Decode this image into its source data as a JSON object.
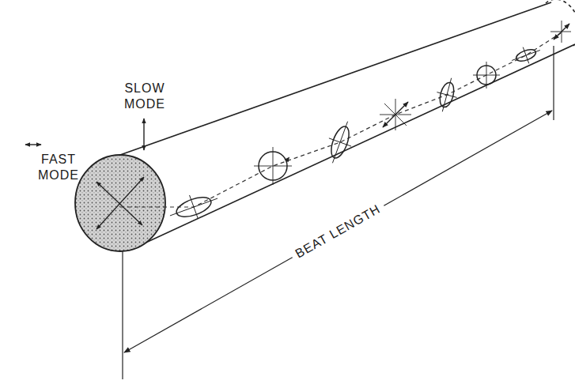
{
  "diagram": {
    "labels": [
      "SLOW MODE",
      "FAST MODE",
      "BEAT LENGTH"
    ]
  }
}
